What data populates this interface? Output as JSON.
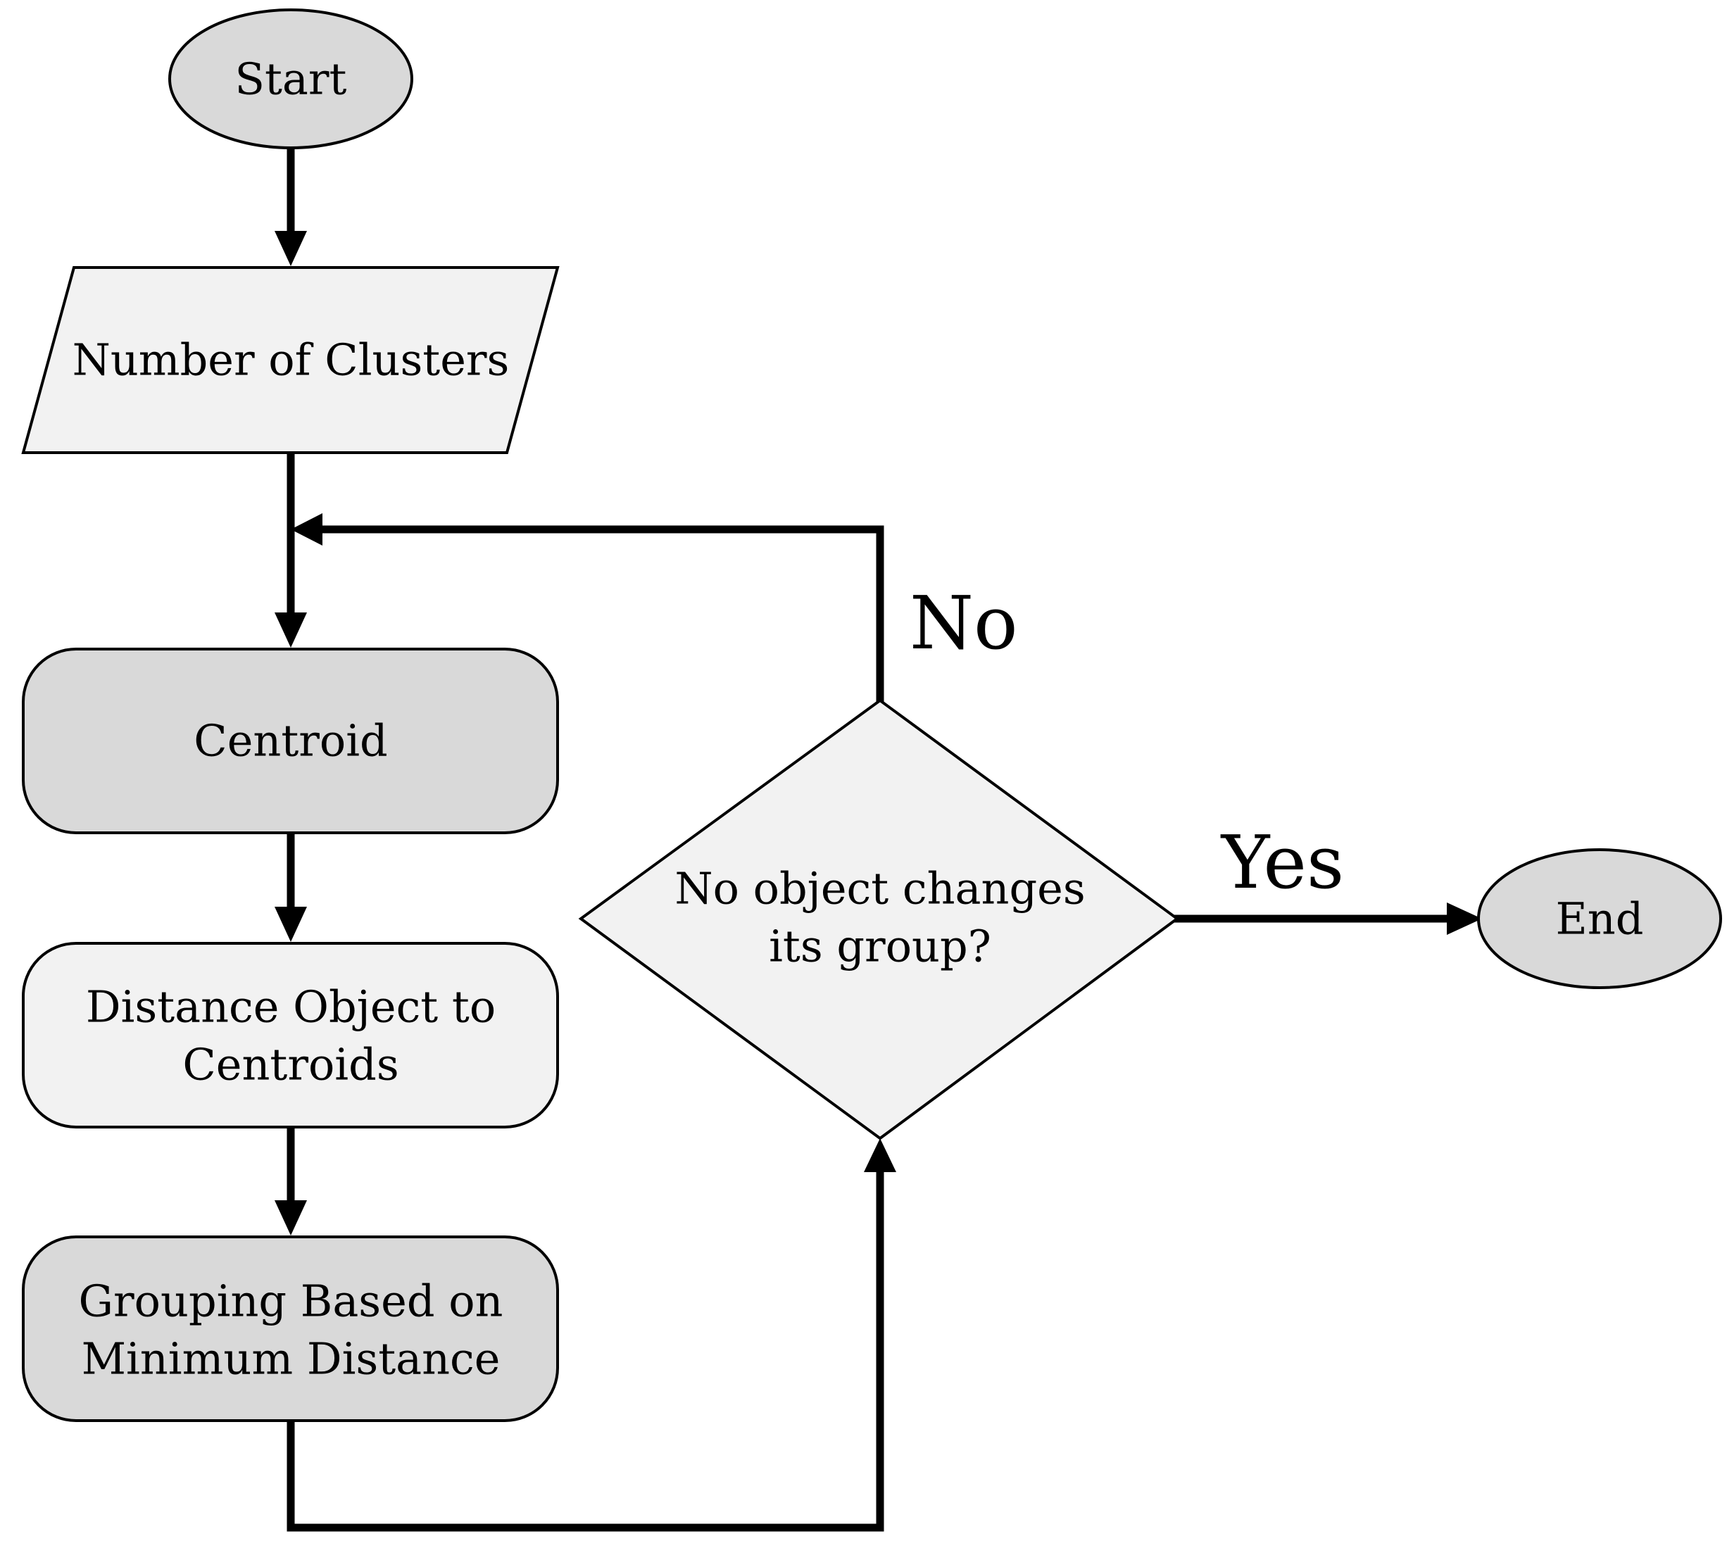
{
  "colors": {
    "dark_fill": "#d9d9d9",
    "light_fill": "#f2f2f2",
    "stroke": "#000000"
  },
  "nodes": {
    "start": "Start",
    "input": "Number of Clusters",
    "centroid": "Centroid",
    "distance": [
      "Distance Object to",
      "Centroids"
    ],
    "grouping": [
      "Grouping Based on",
      "Minimum Distance"
    ],
    "decision": [
      "No object changes",
      "its group?"
    ],
    "end": "End"
  },
  "branches": {
    "no": "No",
    "yes": "Yes"
  }
}
